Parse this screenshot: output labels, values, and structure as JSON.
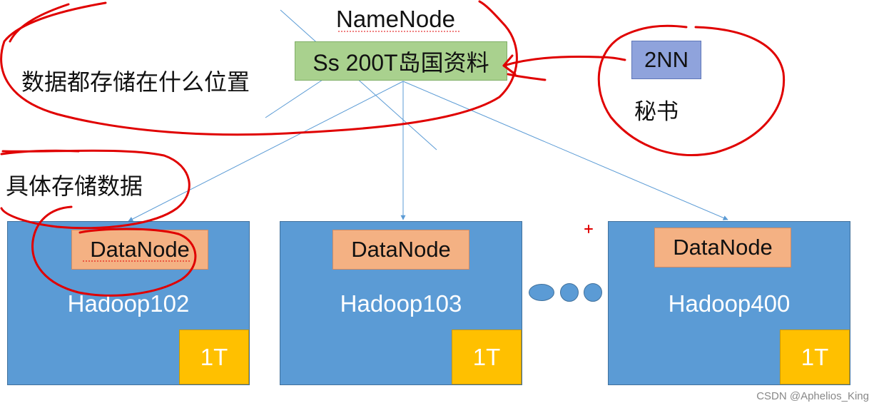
{
  "namenode": {
    "title": "NameNode",
    "content": "Ss 200T岛国资料"
  },
  "secondary": {
    "label": "2NN",
    "caption": "秘书"
  },
  "notes": {
    "metadata": "数据都存储在什么位置",
    "storage": "具体存储数据"
  },
  "hosts": [
    {
      "datanode": "DataNode",
      "name": "Hadoop102",
      "disk": "1T"
    },
    {
      "datanode": "DataNode",
      "name": "Hadoop103",
      "disk": "1T"
    },
    {
      "datanode": "DataNode",
      "name": "Hadoop400",
      "disk": "1T"
    }
  ],
  "watermark": "CSDN @Aphelios_King",
  "colors": {
    "namenode": "#a9d18e",
    "secondary": "#8fa3dc",
    "host": "#5b9bd5",
    "datanode": "#f4b183",
    "disk": "#ffc000",
    "annotation": "#e00000",
    "connector": "#5b9bd5"
  }
}
